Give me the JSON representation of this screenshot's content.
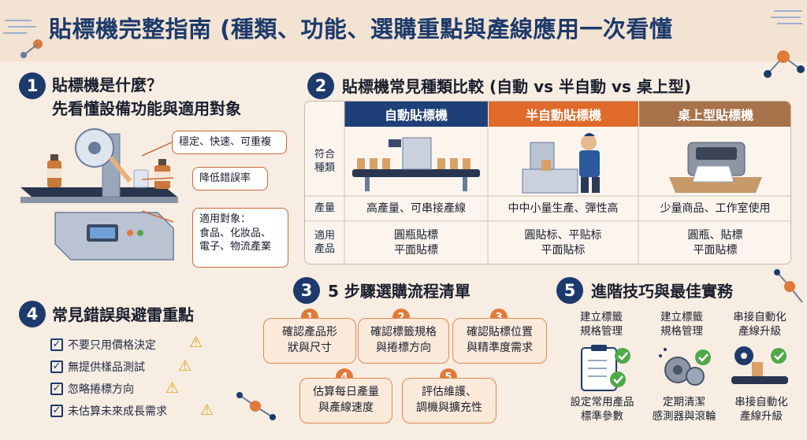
{
  "title": "貼標機完整指南 (種類、功能、選購重點與產線應用一次看懂",
  "section1": {
    "num": "1",
    "title_line1": "貼標機是什麼？",
    "title_line2": "先看懂設備功能與適用對象",
    "callouts": [
      "穩定、快速、可重複",
      "降低錯誤率",
      "適用對象：",
      "食品、化妝品、",
      "電子、物流產業"
    ]
  },
  "section2": {
    "num": "2",
    "title": "貼標機常見種類比較 (自動 vs 半自動 vs 桌上型)",
    "headers": [
      "自動貼標機",
      "半自動貼標機",
      "桌上型貼標機"
    ],
    "header_colors": [
      "#1f3f78",
      "#e06a2a",
      "#a8724a"
    ],
    "row_labels": [
      [
        "符合",
        "種類"
      ],
      [
        "產量"
      ],
      [
        "適用",
        "產品"
      ]
    ],
    "output_row": [
      "高產量、可串接產線",
      "中中小量生產、彈性高",
      "少量商品、工作室使用"
    ],
    "product_row": [
      [
        "圓瓶貼標",
        "平面貼標"
      ],
      [
        "圓貼标、平贴标",
        "平面貼标"
      ],
      [
        "圓瓶、貼標",
        "平面貼標"
      ]
    ]
  },
  "section3": {
    "num": "3",
    "title": "5 步驟選購流程清單",
    "steps": [
      {
        "n": "1",
        "l1": "確認產品形",
        "l2": "狀與尺寸"
      },
      {
        "n": "2",
        "l1": "確認標籤規格",
        "l2": "與捲標方向"
      },
      {
        "n": "3",
        "l1": "確認貼標位置",
        "l2": "與精準度需求"
      },
      {
        "n": "4",
        "l1": "估算每日產量",
        "l2": "與產線速度"
      },
      {
        "n": "5",
        "l1": "評估維護、",
        "l2": "調機與擴充性"
      }
    ]
  },
  "section4": {
    "num": "4",
    "title": "常見錯誤與避雷重點",
    "items": [
      "不要只用價格決定",
      "無提供樣品測試",
      "忽略捲標方向",
      "未估算未來成長需求"
    ]
  },
  "section5": {
    "num": "5",
    "title": "進階技巧與最佳實務",
    "top": [
      [
        "建立標籤",
        "規格管理"
      ],
      [
        "建立標籤",
        "規格管理"
      ],
      [
        "串接自動化",
        "產線升級"
      ]
    ],
    "bottom": [
      [
        "設定常用產品",
        "標準參數"
      ],
      [
        "定期清潔",
        "感測器與滾輪"
      ],
      [
        "串接自動化",
        "產線升級"
      ]
    ]
  }
}
